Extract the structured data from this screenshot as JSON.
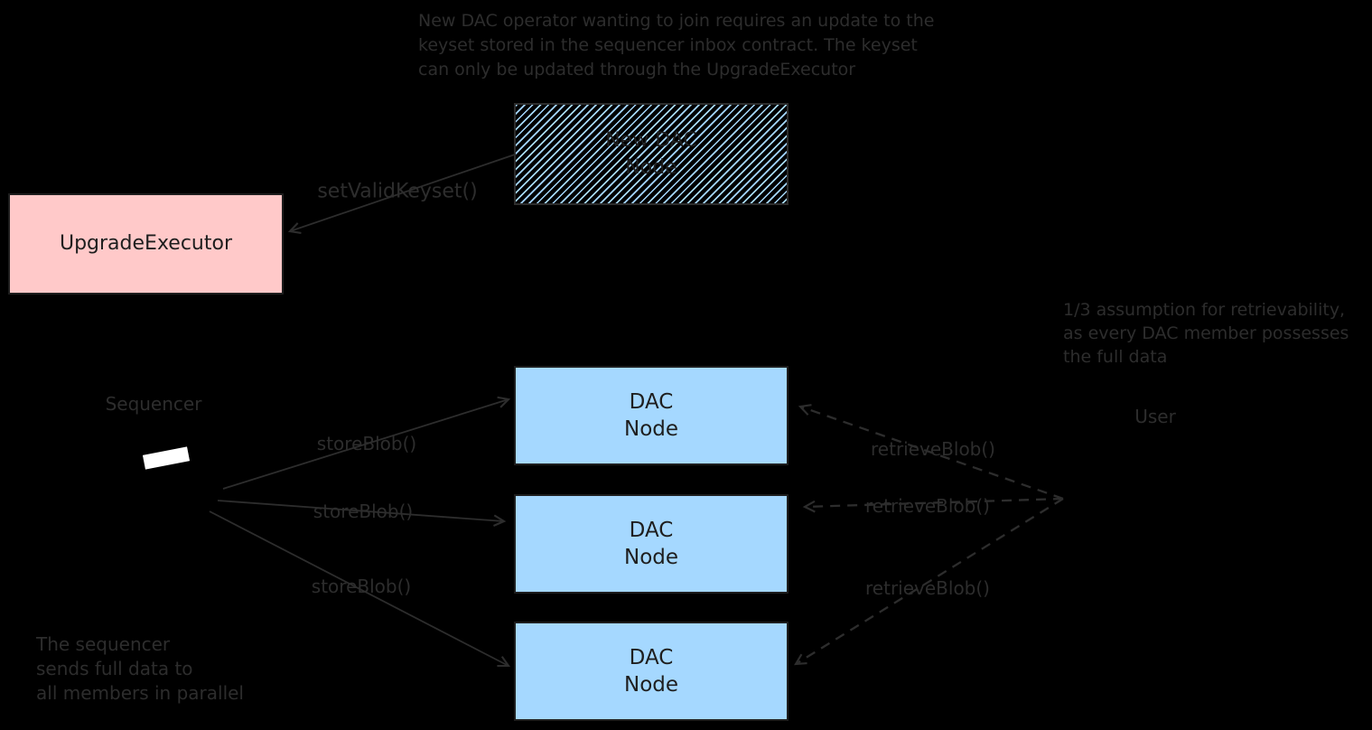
{
  "colors": {
    "background": "#000000",
    "stroke": "#2d2d2d",
    "box_stroke": "#1e1e1e",
    "blue_fill": "#a5d8ff",
    "pink_fill": "#ffc9c9",
    "white_chip": "#ffffff"
  },
  "notes": {
    "keyset": {
      "line1": "New DAC operator wanting to join requires an update to the",
      "line2": "keyset stored in the sequencer inbox contract. The keyset",
      "line3": "can only be updated through the UpgradeExecutor"
    },
    "assumption": {
      "line1": "1/3 assumption for retrievability,",
      "line2": "as every DAC member possesses",
      "line3": "the full data"
    },
    "parallel": {
      "line1": "The sequencer",
      "line2": "sends full data to",
      "line3": "all members in parallel"
    }
  },
  "nodes": {
    "new_dac_node": {
      "line1": "New DAC",
      "line2": "Node"
    },
    "upgrade_executor": {
      "label": "UpgradeExecutor"
    },
    "dac_node": {
      "line1": "DAC",
      "line2": "Node"
    },
    "sequencer": {
      "label": "Sequencer"
    },
    "user": {
      "label": "User"
    }
  },
  "edges": {
    "set_valid_keyset": {
      "label": "setValidKeyset()"
    },
    "store_blob": {
      "label": "storeBlob()"
    },
    "retrieve_blob": {
      "label": "retrieveBlob()"
    }
  }
}
